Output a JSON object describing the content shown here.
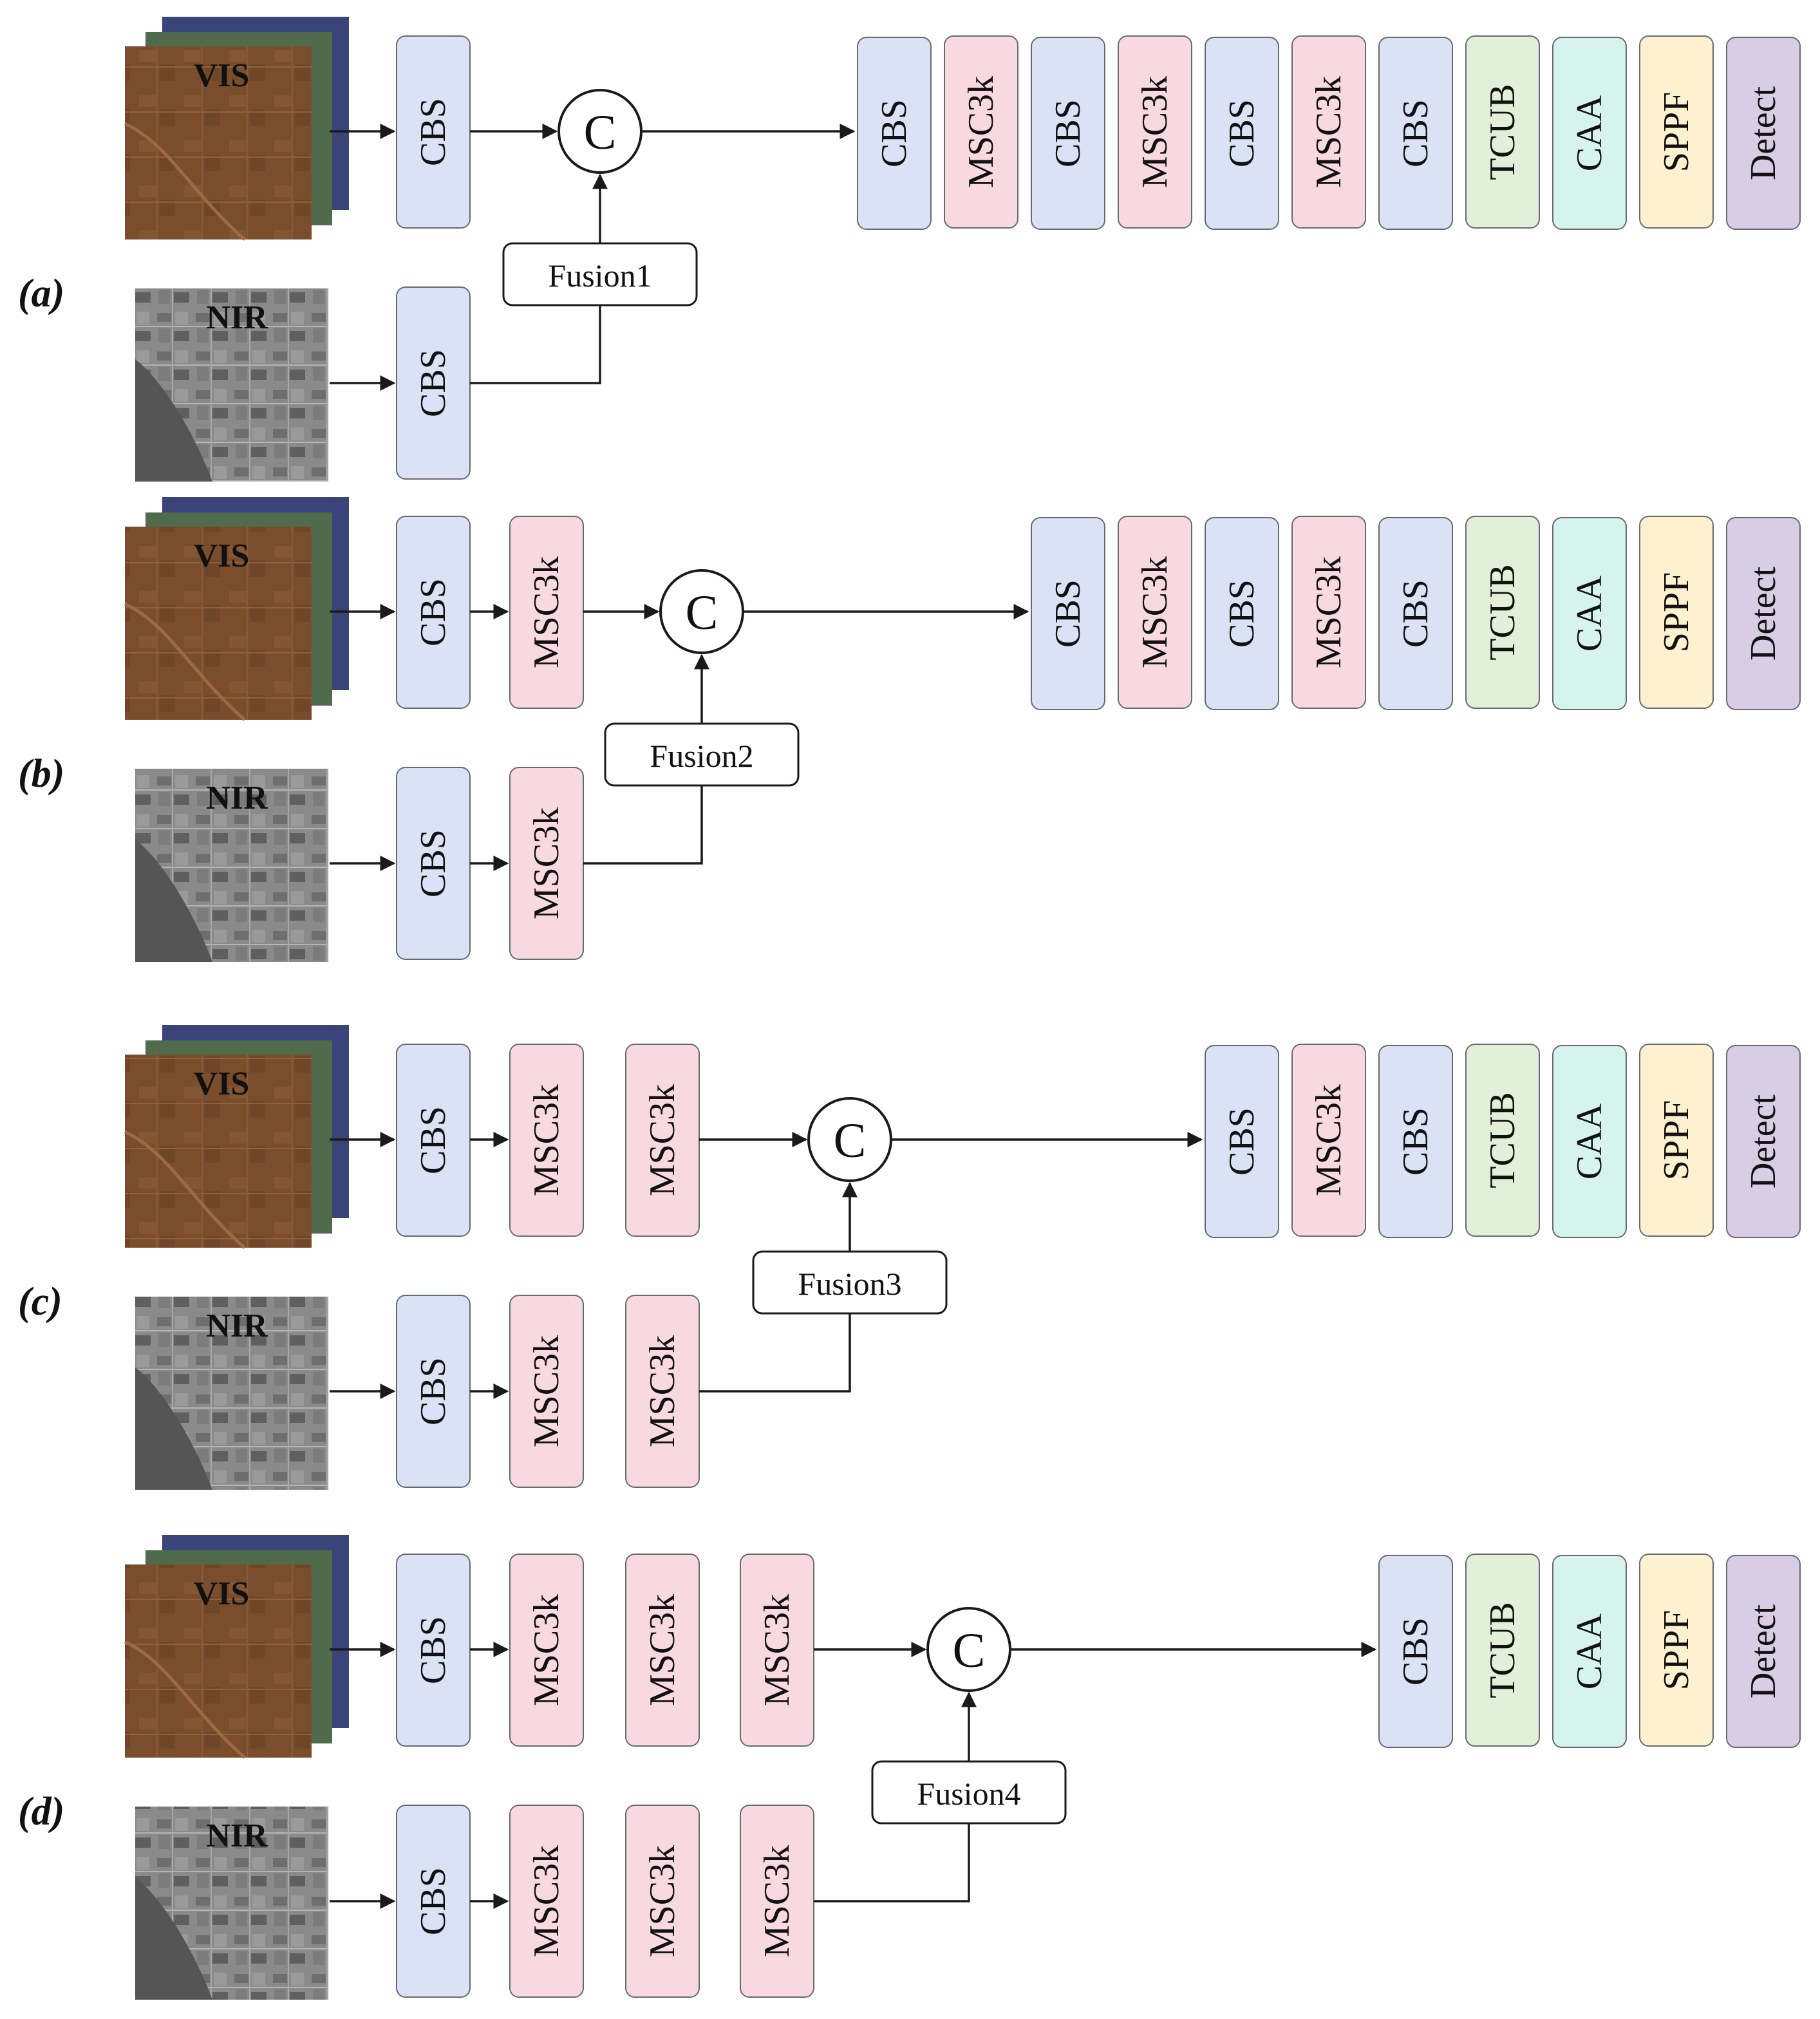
{
  "colors": {
    "CBS": "#dbe2f6",
    "MSC3k": "#f9d9e1",
    "TCUB": "#e2f0d9",
    "CAA": "#d6f3ee",
    "SPPF": "#fdf1cf",
    "Detect": "#d9cde6",
    "stroke": "#2b2b2b",
    "vis_front": "#7a4d2c",
    "vis_mid": "#4f6b4c",
    "vis_back": "#3a4478",
    "nir": "#7b7b7b"
  },
  "panels": [
    {
      "label": "(a)",
      "vis_label": "VIS",
      "nir_label": "NIR",
      "branch_blocks": [
        "CBS"
      ],
      "fusion": "Fusion1",
      "concat_symbol": "C",
      "tail": [
        "CBS",
        "MSC3k",
        "CBS",
        "MSC3k",
        "CBS",
        "MSC3k",
        "CBS",
        "TCUB",
        "CAA",
        "SPPF",
        "Detect"
      ]
    },
    {
      "label": "(b)",
      "vis_label": "VIS",
      "nir_label": "NIR",
      "branch_blocks": [
        "CBS",
        "MSC3k"
      ],
      "fusion": "Fusion2",
      "concat_symbol": "C",
      "tail": [
        "CBS",
        "MSC3k",
        "CBS",
        "MSC3k",
        "CBS",
        "TCUB",
        "CAA",
        "SPPF",
        "Detect"
      ]
    },
    {
      "label": "(c)",
      "vis_label": "VIS",
      "nir_label": "NIR",
      "branch_blocks": [
        "CBS",
        "MSC3k",
        "MSC3k"
      ],
      "fusion": "Fusion3",
      "concat_symbol": "C",
      "tail": [
        "CBS",
        "MSC3k",
        "CBS",
        "TCUB",
        "CAA",
        "SPPF",
        "Detect"
      ]
    },
    {
      "label": "(d)",
      "vis_label": "VIS",
      "nir_label": "NIR",
      "branch_blocks": [
        "CBS",
        "MSC3k",
        "MSC3k",
        "MSC3k"
      ],
      "fusion": "Fusion4",
      "concat_symbol": "C",
      "tail": [
        "CBS",
        "TCUB",
        "CAA",
        "SPPF",
        "Detect"
      ]
    }
  ]
}
